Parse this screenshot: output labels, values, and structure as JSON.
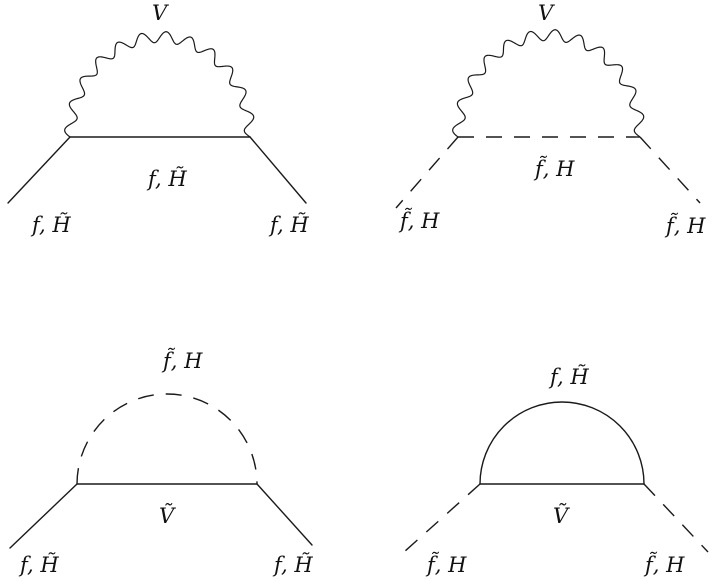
{
  "diagrams": [
    {
      "top_label": "V",
      "middle_label": "f, H̃",
      "left_label": "f, H̃",
      "right_label": "f, H̃"
    },
    {
      "top_label": "V",
      "middle_label": "f̃, H",
      "left_label": "f̃, H",
      "right_label": "f̃, H"
    },
    {
      "top_label": "f̃, H",
      "middle_label": "Ṽ",
      "left_label": "f, H̃",
      "right_label": "f, H̃"
    },
    {
      "top_label": "f, H̃",
      "middle_label": "Ṽ",
      "left_label": "f̃, H",
      "right_label": "f̃, H"
    }
  ]
}
